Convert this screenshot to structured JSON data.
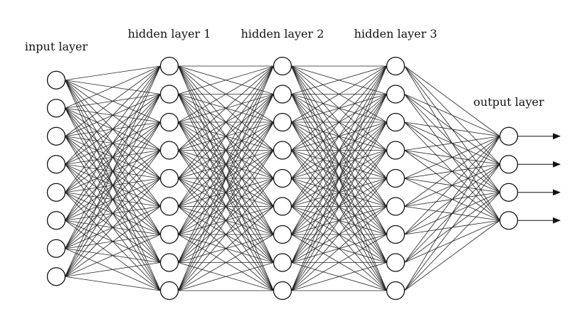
{
  "diagram": {
    "type": "feedforward-neural-network",
    "colors": {
      "stroke": "#111111",
      "node_fill": "#ffffff",
      "edge": "#222222"
    },
    "connectivity": "fully-connected",
    "output_arrows": true,
    "layers": [
      {
        "label": "input layer",
        "nodes": 8
      },
      {
        "label": "hidden layer 1",
        "nodes": 9
      },
      {
        "label": "hidden layer 2",
        "nodes": 9
      },
      {
        "label": "hidden layer 3",
        "nodes": 9
      },
      {
        "label": "output layer",
        "nodes": 4
      }
    ]
  }
}
